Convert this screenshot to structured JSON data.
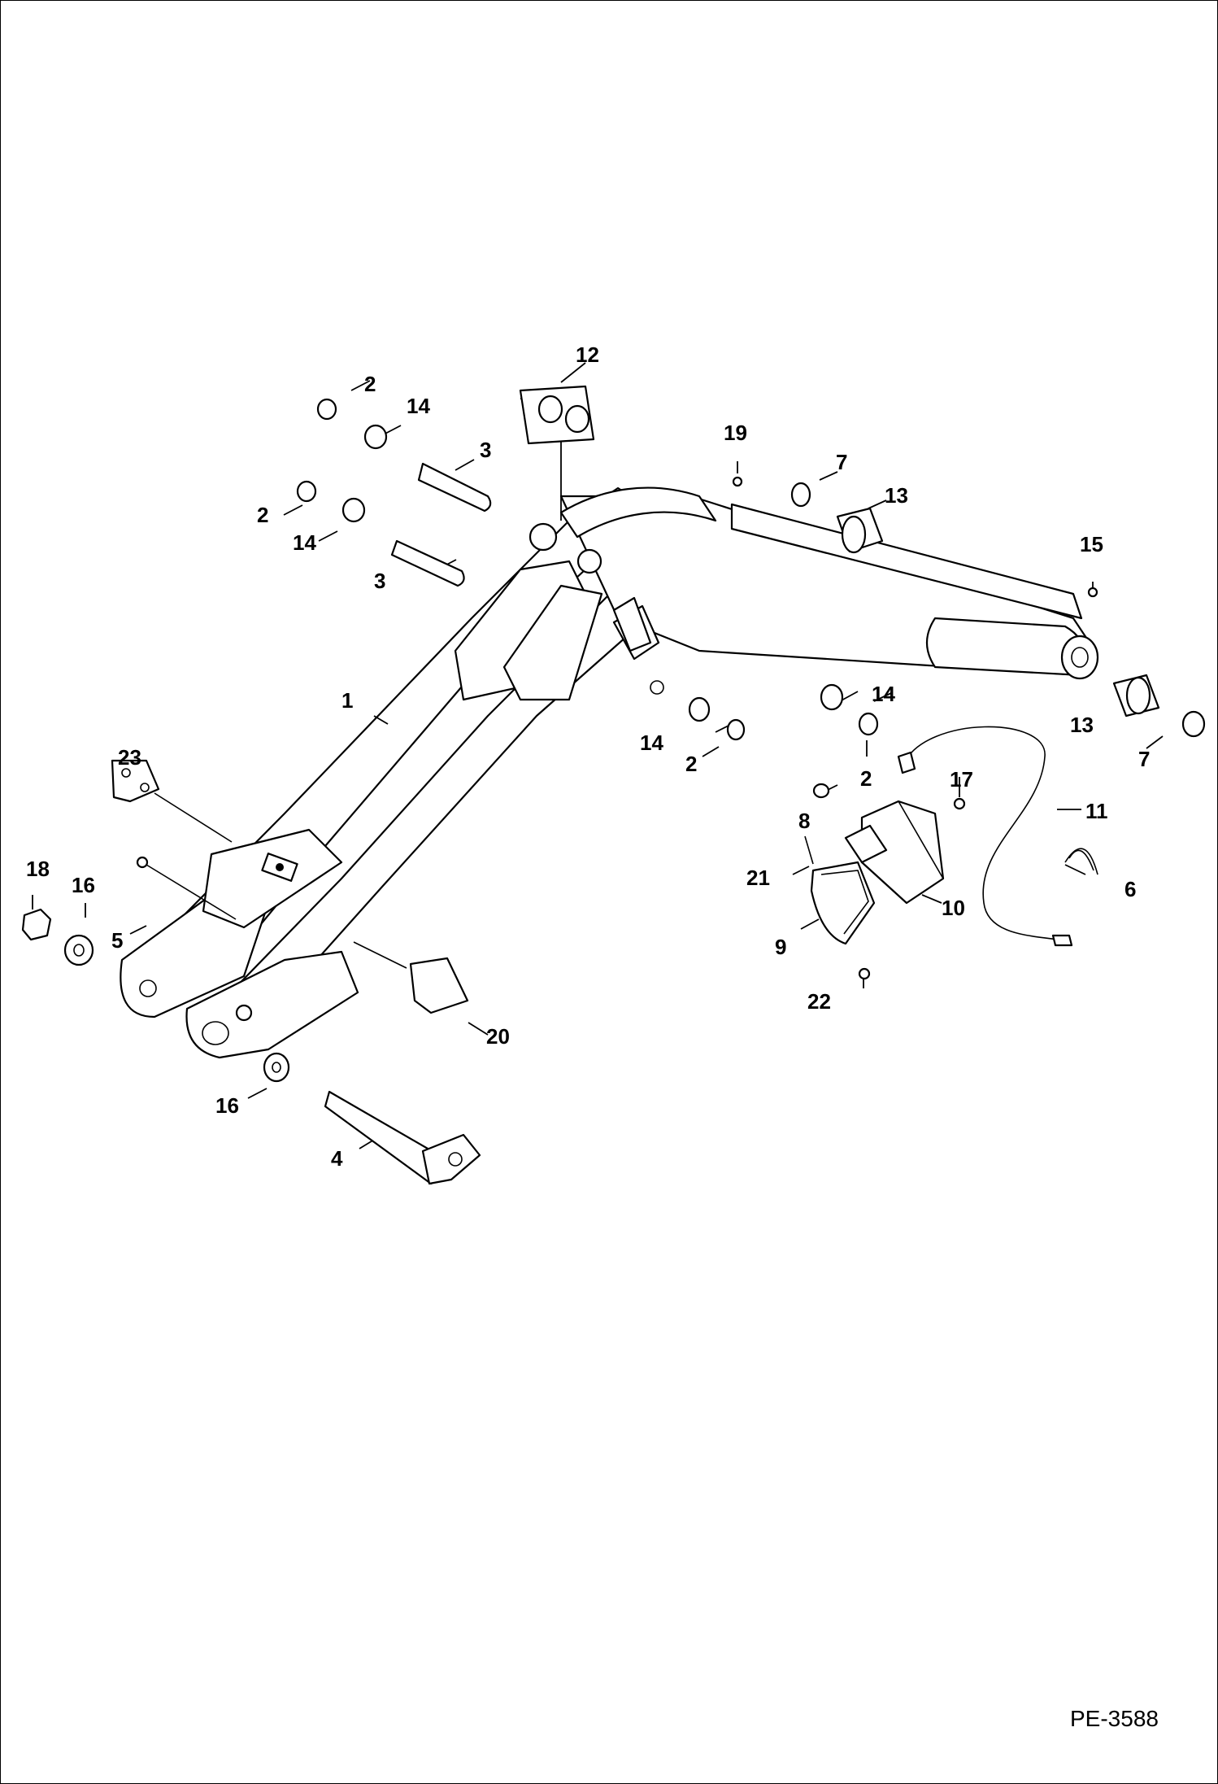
{
  "figure_id": "PE-3588",
  "callouts": {
    "c1": "1",
    "c2a": "2",
    "c2b": "2",
    "c2c": "2",
    "c2d": "2",
    "c3a": "3",
    "c3b": "3",
    "c4": "4",
    "c5": "5",
    "c6": "6",
    "c7a": "7",
    "c7b": "7",
    "c8": "8",
    "c9": "9",
    "c10": "10",
    "c11": "11",
    "c12": "12",
    "c13a": "13",
    "c13b": "13",
    "c14a": "14",
    "c14b": "14",
    "c14c": "14",
    "c14d": "14",
    "c15": "15",
    "c16a": "16",
    "c16b": "16",
    "c17": "17",
    "c18": "18",
    "c19": "19",
    "c20": "20",
    "c21": "21",
    "c22": "22",
    "c23": "23"
  }
}
